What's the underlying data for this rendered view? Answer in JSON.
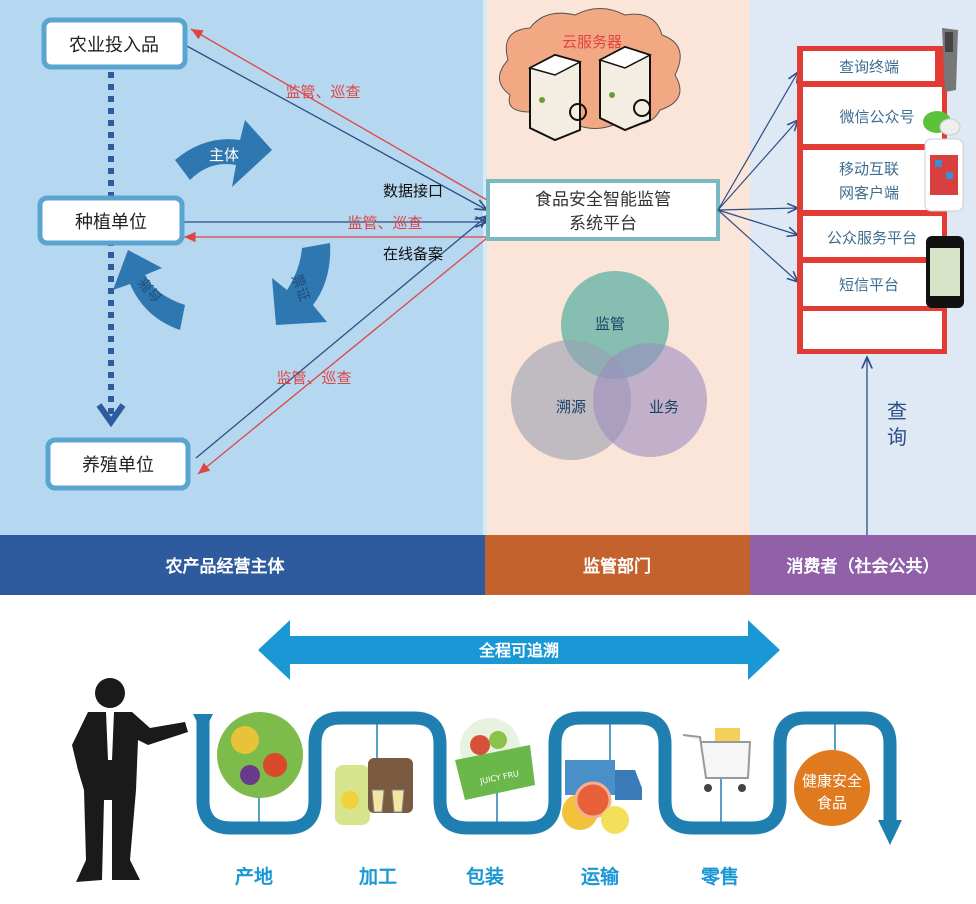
{
  "colors": {
    "left_panel": "#b5d7ef",
    "middle_panel": "#fbe4d8",
    "right_panel": "#dfe8f5",
    "band_producers": "#2d5b9e",
    "band_regulator": "#c4622d",
    "band_consumers": "#9060a8",
    "supervise_red": "#e04545",
    "data_blue": "#2b4f86",
    "trace_blue": "#1a97d5",
    "flow_blue": "#1f7fb0",
    "healthy_orange": "#e07a1f"
  },
  "producers": {
    "inputs": "农业投入品",
    "planting": "种植单位",
    "breeding": "养殖单位",
    "arrow_subject": "主体",
    "arrow_ticket": "票证",
    "arrow_ledger": "台账",
    "supervise_1": "监管、巡查",
    "supervise_2": "监管、巡查",
    "supervise_3": "监管、巡查",
    "data_interface": "数据接口",
    "online_filing": "在线备案"
  },
  "regulator": {
    "cloud": "云服务器",
    "platform_line1": "食品安全智能监管",
    "platform_line2": "系统平台",
    "venn": [
      "监管",
      "溯源",
      "业务"
    ]
  },
  "consumers": {
    "channels": [
      "查询终端",
      "微信公众号",
      "移动互联",
      "网客户端",
      "公众服务平台",
      "短信平台"
    ],
    "query_1": "查",
    "query_2": "询"
  },
  "bands": {
    "producers": "农产品经营主体",
    "regulator": "监管部门",
    "consumers": "消费者（社会公共）"
  },
  "chain": {
    "traceable": "全程可追溯",
    "steps": [
      "产地",
      "加工",
      "包装",
      "运输",
      "零售"
    ],
    "result_line1": "健康安全",
    "result_line2": "食品",
    "box_text": "JUICY FRU"
  }
}
